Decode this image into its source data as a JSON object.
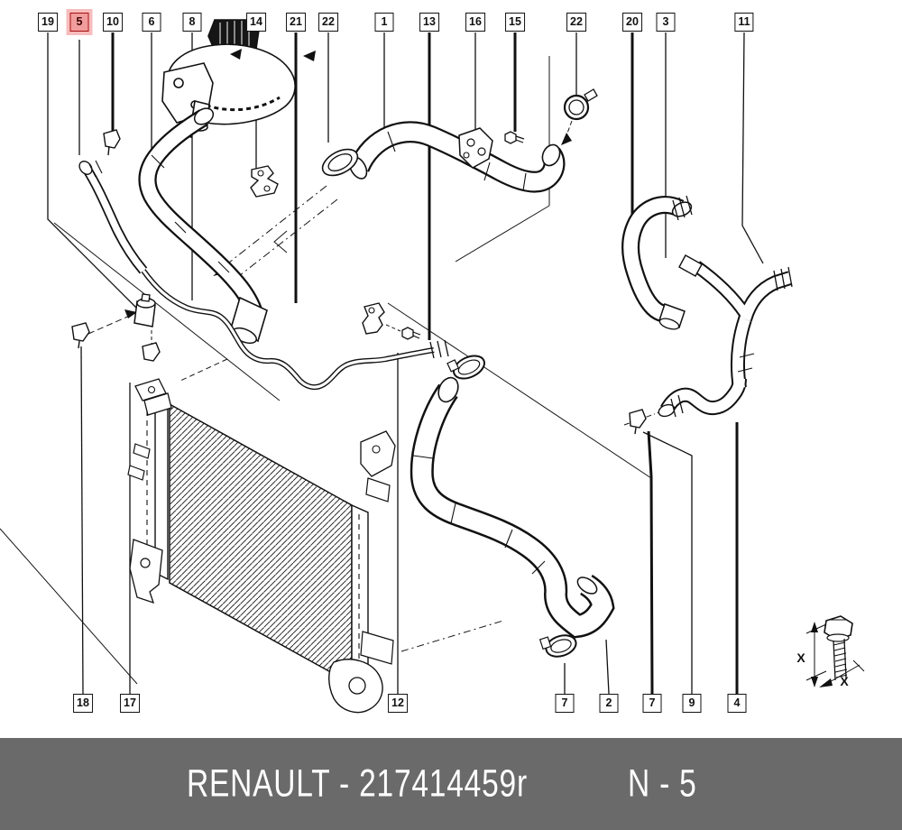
{
  "diagram": {
    "highlight_color": "#f29d9d",
    "highlight_border": "#a50f0f",
    "callouts_top": [
      {
        "label": "19"
      },
      {
        "label": "5",
        "highlighted": true
      },
      {
        "label": "10"
      },
      {
        "label": "6"
      },
      {
        "label": "8"
      },
      {
        "label": "14"
      },
      {
        "label": "21"
      },
      {
        "label": "22"
      },
      {
        "label": "1"
      },
      {
        "label": "13"
      },
      {
        "label": "16"
      },
      {
        "label": "15"
      },
      {
        "label": "22"
      },
      {
        "label": "20"
      },
      {
        "label": "3"
      },
      {
        "label": "11"
      }
    ],
    "callouts_bottom": [
      {
        "label": "18"
      },
      {
        "label": "17"
      },
      {
        "label": "12"
      },
      {
        "label": "7"
      },
      {
        "label": "2"
      },
      {
        "label": "7"
      },
      {
        "label": "9"
      },
      {
        "label": "4"
      }
    ],
    "dimension_labels": [
      "X",
      "X"
    ]
  },
  "footer": {
    "brand": "RENAULT",
    "separator": "-",
    "part_number": "217414459r",
    "sheet": "N - 5",
    "background": "#6a6a6a",
    "text_color": "#ffffff"
  }
}
